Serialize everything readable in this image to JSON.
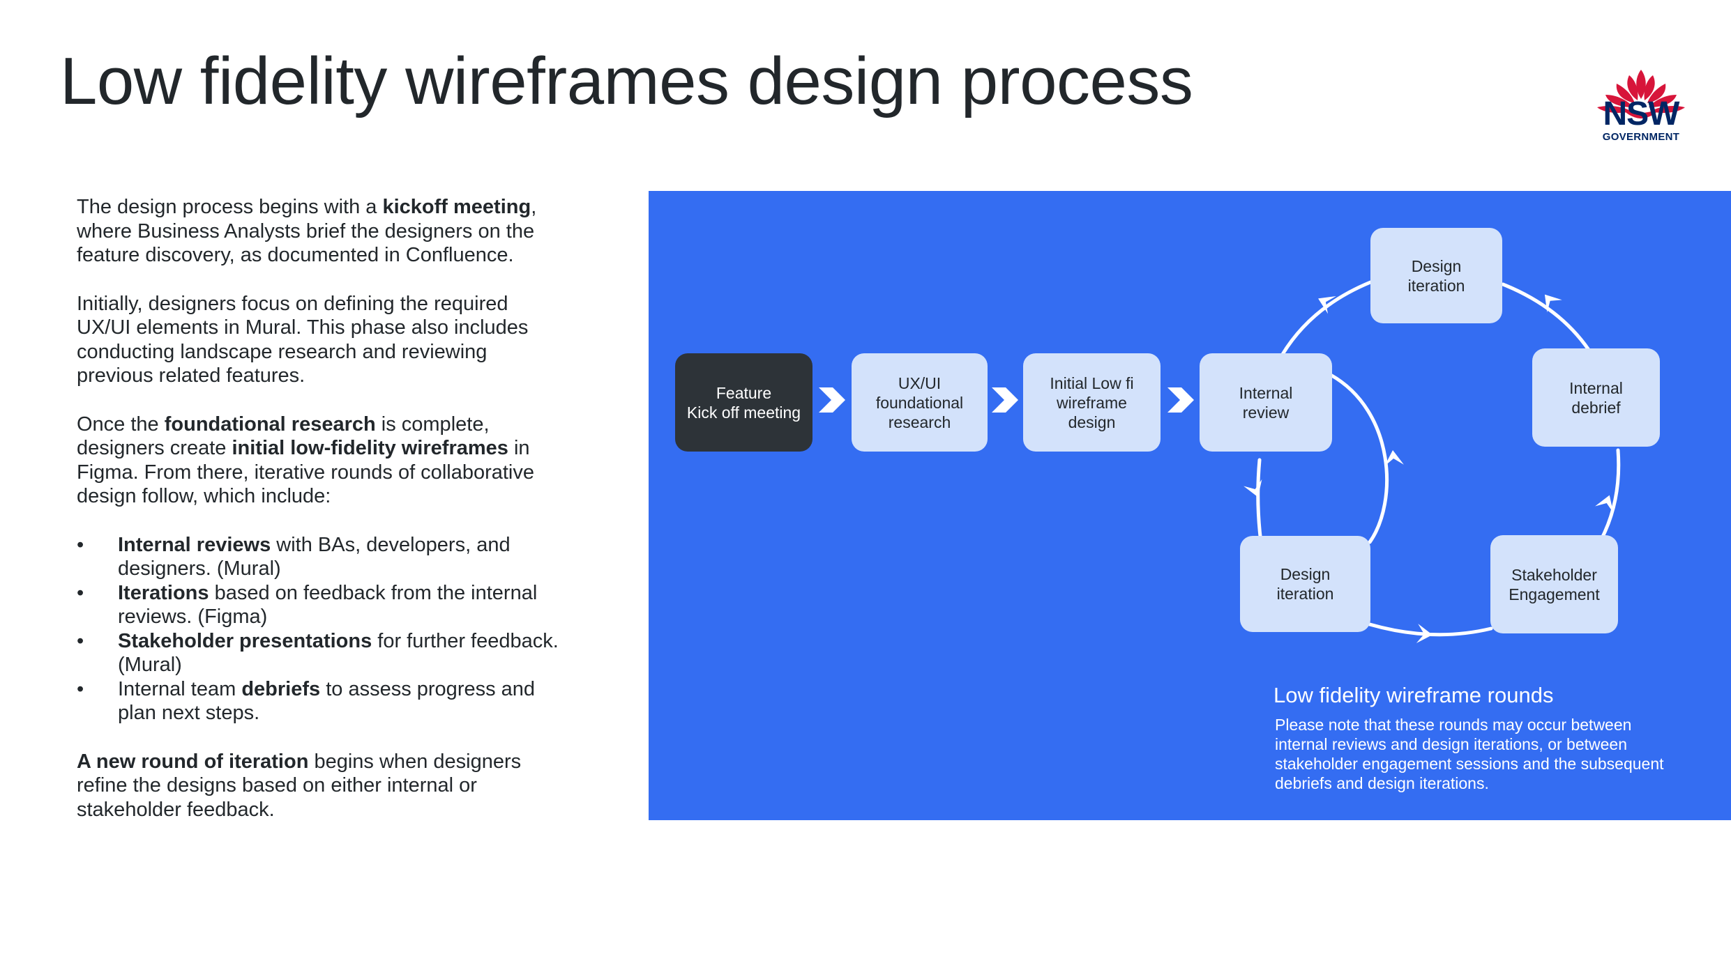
{
  "page": {
    "title": "Low fidelity wireframes design process"
  },
  "logo": {
    "name": "nsw-waratah-logo",
    "line1": "NSW",
    "line2": "GOVERNMENT",
    "red": "#d7153a",
    "navy": "#002664"
  },
  "intro": {
    "p1": {
      "t1": "The design process begins with a ",
      "b1": "kickoff meeting",
      "t2": ", where Business Analysts brief the designers on the feature discovery, as documented in Confluence."
    },
    "p2": "Initially, designers focus on defining the required UX/UI elements in Mural. This phase also includes conducting landscape research and reviewing previous related features.",
    "p3": {
      "t1": "Once the ",
      "b1": "foundational research",
      "t2": " is complete, designers create ",
      "b2": "initial low-fidelity wireframes",
      "t3": " in Figma. From there, iterative rounds of collaborative design follow, which include:"
    },
    "bullets": [
      {
        "pre": "",
        "bold": "Internal reviews",
        "post": " with BAs, developers, and designers. (Mural)"
      },
      {
        "pre": "",
        "bold": "Iterations",
        "post": " based on feedback from the internal reviews. (Figma)"
      },
      {
        "pre": "",
        "bold": "Stakeholder presentations",
        "post": " for further feedback. (Mural)"
      },
      {
        "pre": "Internal team ",
        "bold": "debriefs",
        "post": " to assess progress and plan next steps."
      }
    ],
    "p4": {
      "b1": "A new round of iteration",
      "t1": " begins when designers refine the designs based on either internal or stakeholder feedback."
    }
  },
  "diagram": {
    "background": "#346df2",
    "node_color": "#d3e2fb",
    "dark_node_color": "#2d3338",
    "nodes": {
      "kickoff": "Feature\nKick off meeting",
      "foundational": "UX/UI\nfoundational\nresearch",
      "initial": "Initial Low fi\nwireframe\ndesign",
      "internal_review": "Internal\nreview",
      "design_iteration_top": "Design\niteration",
      "internal_debrief": "Internal\ndebrief",
      "stakeholder": "Stakeholder\nEngagement",
      "design_iteration_bottom": "Design\niteration"
    },
    "note_title": "Low fidelity wireframe rounds",
    "note_body": "Please note that these rounds may occur between internal reviews and design iterations, or between stakeholder engagement sessions and the subsequent debriefs and design iterations."
  }
}
